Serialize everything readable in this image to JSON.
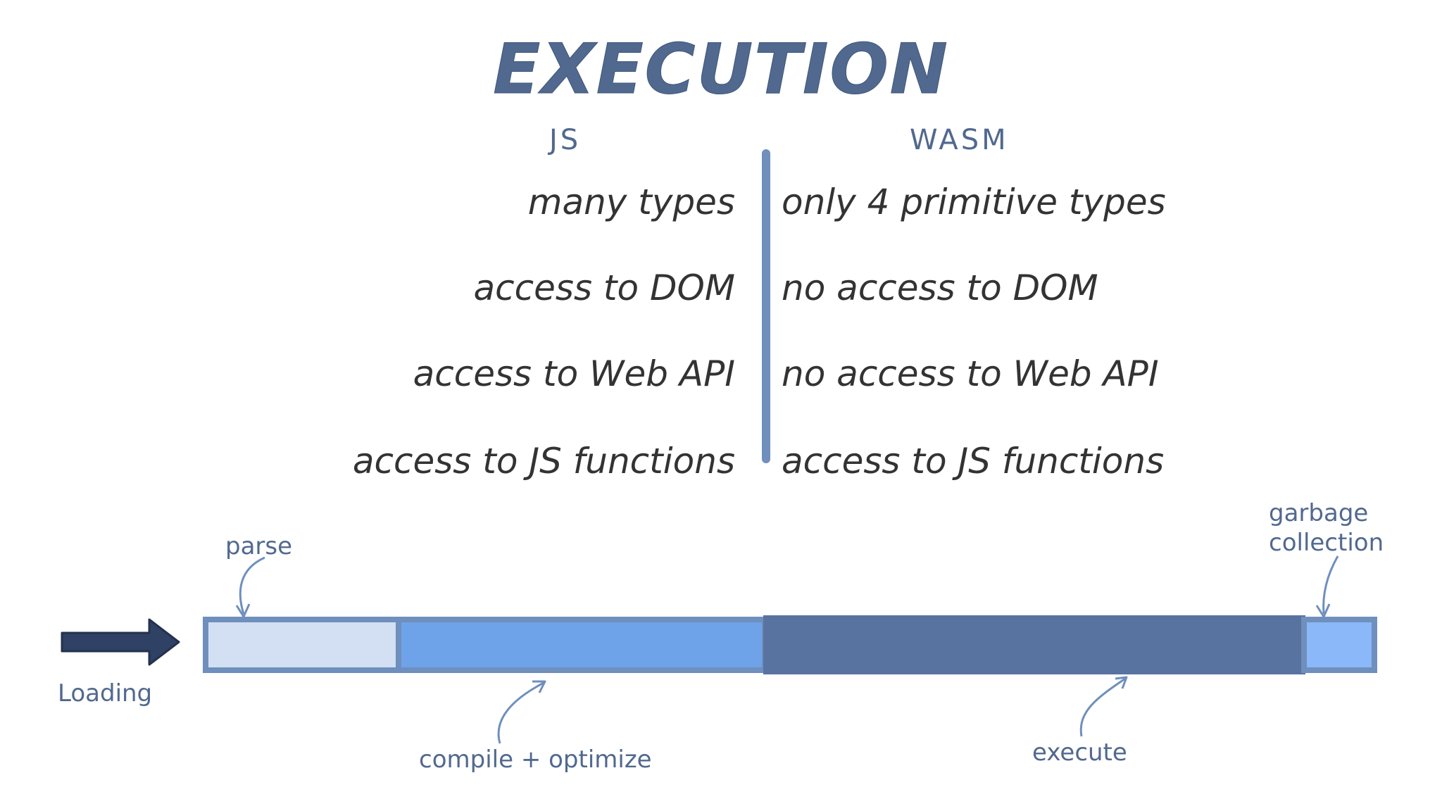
{
  "title": "EXECUTION",
  "columns": {
    "left_header": "JS",
    "right_header": "WASM"
  },
  "rows": [
    {
      "js": "many types",
      "wasm": "only 4 primitive types"
    },
    {
      "js": "access to DOM",
      "wasm": "no access to DOM"
    },
    {
      "js": "access to Web API",
      "wasm": "no access to Web API"
    },
    {
      "js": "access to JS functions",
      "wasm": "access to JS functions"
    }
  ],
  "timeline": {
    "loading_label": "Loading",
    "segments": [
      {
        "name": "parse",
        "color": "#d3e0f3"
      },
      {
        "name": "compile + optimize",
        "color": "#6ea3ea"
      },
      {
        "name": "execute",
        "color": "#5873a0"
      },
      {
        "name": "garbage collection",
        "color": "#8ab8f8"
      }
    ],
    "labels": {
      "parse": "parse",
      "compile": "compile + optimize",
      "execute": "execute",
      "gc_line1": "garbage",
      "gc_line2": "collection"
    }
  },
  "colors": {
    "title": "#51698f",
    "divider": "#6f8fbd",
    "outline": "#6f8fbd",
    "arrow": "#2f4164"
  }
}
